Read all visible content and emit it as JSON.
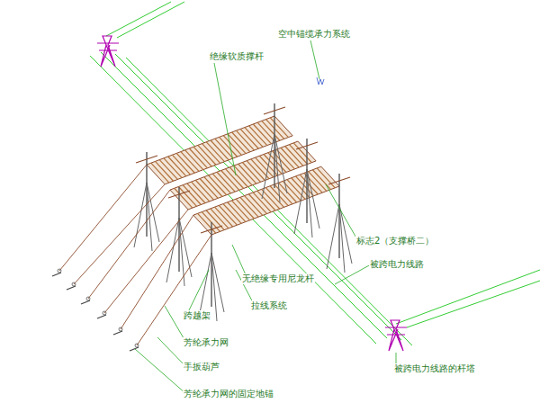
{
  "diagram": {
    "labels": [
      "绝缘软质撑杆",
      "空中锚缆承力系统",
      "标志2（支撑桥二）",
      "被跨电力线路",
      "无绝缘专用尼龙杆",
      "拉线系统",
      "跨越架",
      "芳纶承力网",
      "手扳葫芦",
      "芳纶承力网的固定地锚",
      "被跨电力线路的杆塔"
    ]
  }
}
